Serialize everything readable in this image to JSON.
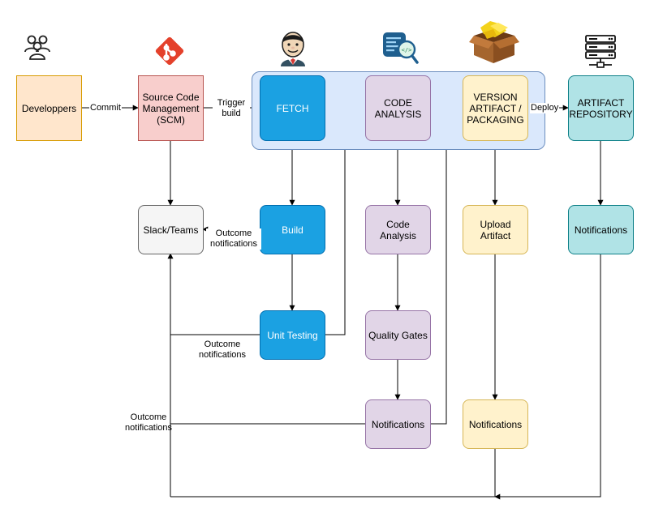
{
  "nodes": {
    "developers": "Developpers",
    "scm": "Source Code Management (SCM)",
    "fetch": "FETCH",
    "code_analysis_stage": "CODE ANALYSIS",
    "version_packaging": "VERSION ARTIFACT / PACKAGING",
    "artifact_repository": "ARTIFACT REPOSITORY",
    "slack_teams": "Slack/Teams",
    "build": "Build",
    "code_analysis": "Code Analysis",
    "upload_artifact": "Upload Artifact",
    "notifications_repo": "Notifications",
    "unit_testing": "Unit Testing",
    "quality_gates": "Quality Gates",
    "notifications_analysis": "Notifications",
    "notifications_upload": "Notifications"
  },
  "edges": {
    "commit": "Commit",
    "trigger_build": "Trigger build",
    "deploy": "Deploy",
    "outcome_build": "Outcome notifications",
    "outcome_unit_testing": "Outcome notifications",
    "outcome_notifications": "Outcome notifications"
  },
  "icons": {
    "developers": "users-icon",
    "scm": "git-icon",
    "fetch": "jenkins-icon",
    "code_analysis": "code-review-icon",
    "packaging": "package-box-icon",
    "repository": "server-icon"
  },
  "colors": {
    "developers_fill": "#ffe6cc",
    "scm_fill": "#f8cecc",
    "jenkins_stage_fill": "#1ba1e2",
    "analysis_fill": "#e1d5e7",
    "packaging_fill": "#fff2cc",
    "repository_fill": "#b0e3e6",
    "slack_fill": "#f5f5f5",
    "group_fill": "#dae8fc"
  }
}
